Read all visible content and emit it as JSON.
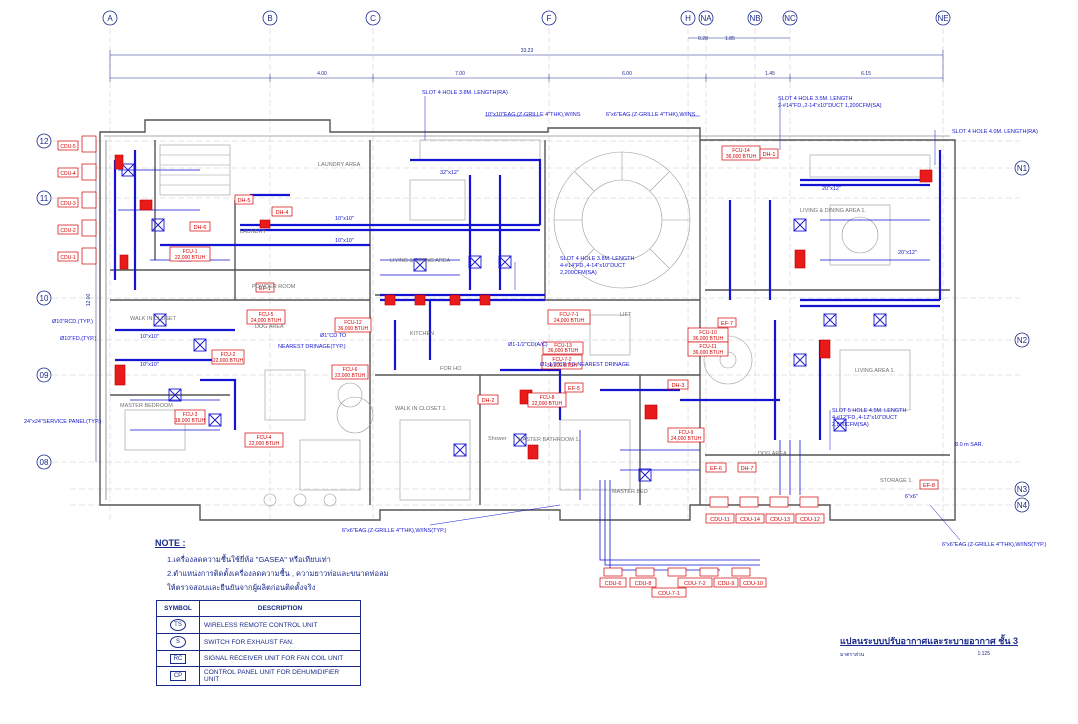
{
  "grid": {
    "columns": [
      "A",
      "B",
      "C",
      "F",
      "H",
      "NA",
      "NB",
      "NC",
      "NE"
    ],
    "rows": [
      "12",
      "11",
      "10",
      "09",
      "08",
      "N1",
      "N2",
      "N3",
      "N4"
    ]
  },
  "dimensions": {
    "total": "33.23",
    "seg_4": "4.00",
    "seg_7": "7.00",
    "seg_6": "6.00",
    "seg_145": "1.45",
    "seg_615": "6.15",
    "seg_028": "0.28",
    "seg_185": "1.85",
    "left_dim": "12.00"
  },
  "annotations": {
    "slot_ra_1": "SLOT 4 HOLE 3.8M. LENGTH(RA)",
    "slot_ra_2": "SLOT 4 HOLE 4.0M. LENGTH(RA)",
    "slot_sa_1a": "SLOT 4 HOLE 3.5M. LENGTH",
    "slot_sa_1b": "2-#14\"FD.,2-14\"x10\"DUCT 1,200CFM(SA)",
    "slot_mid_a": "SLOT 4 HOLE 3.8M. LENGTH",
    "slot_mid_b": "4-#14\"FD.,4-14\"x10\"DUCT",
    "slot_mid_c": "2,200CFM(SA)",
    "slot_right_a": "SLOT 5 HOLE 4.5M. LENGTH",
    "slot_right_b": "4-#12\"FD.,4-12\"x10\"DUCT",
    "slot_right_c": "2,800CFM(SA)",
    "eag_top_1": "10\"x10\"EAG.(Z-GRILLE 4\"THK),W/INS",
    "eag_top_2": "6\"x6\"EAG.(Z-GRILLE 4\"THK),W/INS",
    "eag_bottom": "6\"x6\"EAG.(Z-GRILLE 4\"THK),W/INS(TYP.)",
    "eag_right": "6\"x6\"EAG.(Z-GRILLE 4\"THK),W/INS(TYP.)",
    "rcd": "Ø10\"RCD.(TYP.)",
    "fd": "Ø10\"FD.(TYP.)",
    "service_panel": "24\"x24\"SERVICE PANEL(TYP.)",
    "nearest_drainage": "NEAREST DRINAGE(TYP.)",
    "cd_to": "Ø1\"CD TO",
    "cd_nearest": "Ø1-1/2\"CD TO NEAREST DRINAGE",
    "ac": "Ø1-1/2\"CD(A/C)",
    "sar": "8.0 m SAR.",
    "d32x12": "32\"x12\"",
    "d10x10": "10\"x10\"",
    "d20x12": "20\"x12\"",
    "d6x6": "6\"x6\""
  },
  "rooms": {
    "laundry": "LAUNDRY AREA",
    "laundry2": "LAUNDRY",
    "living": "LIVING & DINING AREA",
    "kitchen": "KITCHEN",
    "walk_closet": "WALK IN CLOSET",
    "walk_closet1": "WALK IN CLOSET 1.",
    "dog": "DOG AREA",
    "dog2": "DOG AREA",
    "master_bed": "MASTER BEDROOM",
    "master_bath": "MASTER BATHROOM 1.",
    "master_bed2": "MASTER BED",
    "lift": "LIFT",
    "storage": "STORAGE 1.",
    "dining_area1": "LIVING & DINING AREA 1.",
    "living_area1": "LIVING AREA 1.",
    "powder": "POWDER ROOM",
    "shower": "Shower",
    "for_ho": "FOR HO"
  },
  "fcu_tags": [
    {
      "id": "FCU-1",
      "cap": "22,000 BTUH"
    },
    {
      "id": "FCU-2",
      "cap": "22,000 BTUH"
    },
    {
      "id": "FCU-3",
      "cap": "18,000 BTUH"
    },
    {
      "id": "FCU-4",
      "cap": "22,000 BTUH"
    },
    {
      "id": "FCU-5",
      "cap": "24,000 BTUH"
    },
    {
      "id": "FCU-6",
      "cap": "22,000 BTUH"
    },
    {
      "id": "FCU-7-1",
      "cap": "24,000 BTUH"
    },
    {
      "id": "FCU-7-2",
      "cap": "36,000 BTUH"
    },
    {
      "id": "FCU-8",
      "cap": "22,000 BTUH"
    },
    {
      "id": "FCU-9",
      "cap": "24,000 BTUH"
    },
    {
      "id": "FCU-10",
      "cap": "36,000 BTUH"
    },
    {
      "id": "FCU-11",
      "cap": "36,000 BTUH"
    },
    {
      "id": "FCU-12",
      "cap": "36,000 BTUH"
    },
    {
      "id": "FCU-13",
      "cap": "36,000 BTUH"
    },
    {
      "id": "FCU-14",
      "cap": "36,000 BTUH"
    }
  ],
  "misc_tags": {
    "dh1": "DH-1",
    "dh2": "DH-2",
    "dh3": "DH-3",
    "dh4": "DH-4",
    "dh5": "DH-5",
    "dh6": "DH-6",
    "dh7": "DH-7",
    "ef1": "EF-1",
    "ef5": "EF-5",
    "ef6": "EF-6",
    "ef7": "EF-7",
    "ef8": "EF-8"
  },
  "cdu_left": [
    "CDU-5",
    "CDU-4",
    "CDU-3",
    "CDU-2",
    "CDU-1"
  ],
  "cdu_bottom": [
    "CDU-6",
    "CDU-8",
    "CDU-7-2",
    "CDU-9",
    "CDU-10"
  ],
  "cdu_bottom_sub": "CDU-7-1",
  "cdu_right": [
    "CDU-11",
    "CDU-14",
    "CDU-13",
    "CDU-12"
  ],
  "notes": {
    "title": "NOTE :",
    "line1": "1.เครื่องลดความชื้นใช้ยี่ห้อ \"GASEA\" หรือเทียบเท่า",
    "line2": "2.ตำแหน่งการติดตั้งเครื่องลดความชื้น , ความยาวท่อและขนาดท่อลม",
    "line3": "ให้ตรวจสอบและยืนยันจากผู้ผลิตก่อนติดตั้งจริง"
  },
  "legend": {
    "header_symbol": "SYMBOL",
    "header_desc": "DESCRIPTION",
    "rows": [
      {
        "sym": "TS",
        "shape": "circle",
        "desc": "WIRELESS REMOTE CONTROL UNIT"
      },
      {
        "sym": "S",
        "shape": "circle",
        "desc": "SWITCH FOR EXHAUST FAN."
      },
      {
        "sym": "RC",
        "shape": "rect",
        "desc": "SIGNAL RECEIVER UNIT FOR FAN COIL UNIT"
      },
      {
        "sym": "CP",
        "shape": "rect",
        "desc": "CONTROL PANEL UNIT FOR DEHUMIDIFIER UNIT"
      }
    ]
  },
  "title_block": {
    "title": "แปลนระบบปรับอากาศและระบายอากาศ ชั้น 3",
    "scale_label": "มาตราส่วน",
    "scale_value": "1:125"
  },
  "colors": {
    "line": "#1a2a8a",
    "duct": "#1414d2",
    "tag": "#d40000",
    "arch": "#6a6a6a",
    "light": "#b8b8b8"
  }
}
